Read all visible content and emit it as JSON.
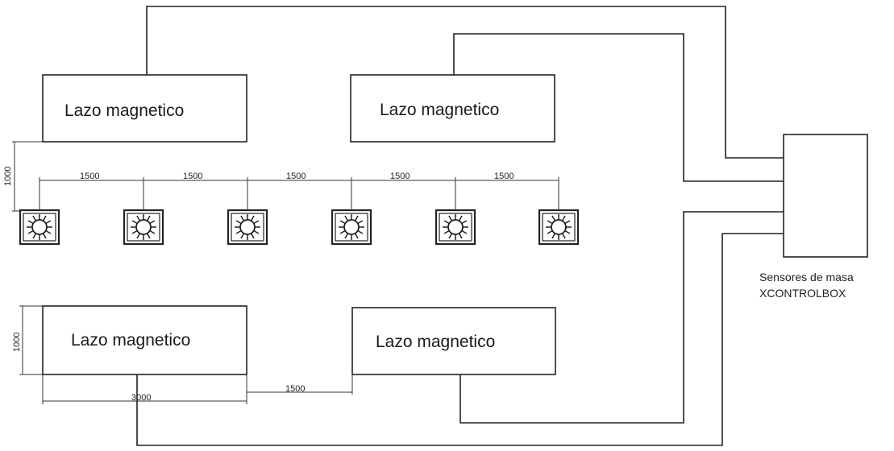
{
  "loops": {
    "top_left": "Lazo magnetico",
    "top_right": "Lazo magnetico",
    "bottom_left": "Lazo magnetico",
    "bottom_right": "Lazo magnetico"
  },
  "dimensions": {
    "sensor_spacing": [
      "1500",
      "1500",
      "1500",
      "1500",
      "1500"
    ],
    "top_loop_height": "1000",
    "bottom_loop_height": "1000",
    "bottom_loop_width": "3000",
    "bottom_loop_gap": "1500"
  },
  "controller": {
    "line1": "Sensores de masa",
    "line2": "XCONTROLBOX"
  },
  "sensors": {
    "count": 6,
    "icon": "wheel-sensor-icon"
  }
}
